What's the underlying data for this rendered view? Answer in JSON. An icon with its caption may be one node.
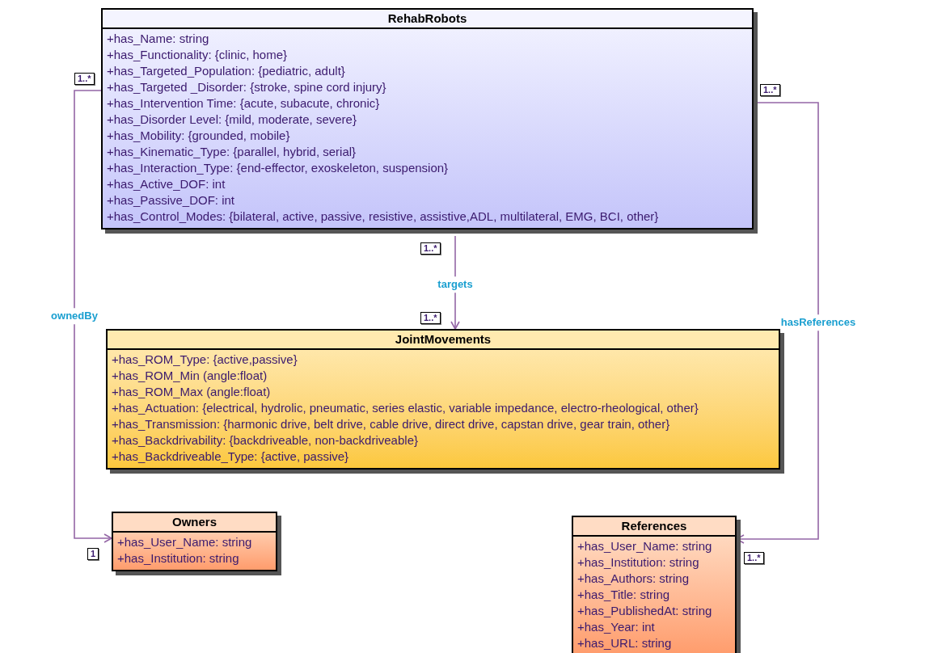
{
  "diagram": {
    "nodes": [
      {
        "text": [
          "RehabRobots",
          "+has_Name: string",
          "+has_Functionality: {clinic, home}",
          "+has_Targeted_Population: {pediatric, adult}",
          "+has_Targeted _Disorder: {stroke, spine cord injury}",
          "+has_Intervention Time: {acute, subacute, chronic}",
          "+has_Disorder Level: {mild, moderate, severe}",
          "+has_Mobility: {grounded, mobile}",
          "+has_Kinematic_Type: {parallel, hybrid, serial}",
          "+has_Interaction_Type: {end-effector, exoskeleton, suspension}",
          "+has_Active_DOF: int",
          "+has_Passive_DOF: int",
          "+has_Control_Modes: {bilateral, active, passive, resistive, assistive,ADL, multilateral, EMG, BCI, other}"
        ]
      },
      {
        "text": [
          "JointMovements",
          "+has_ROM_Type: {active,passive}",
          "+has_ROM_Min (angle:float)",
          "+has_ROM_Max (angle:float)",
          "+has_Actuation: {electrical, hydrolic, pneumatic, series elastic, variable impedance, electro-rheological, other}",
          "+has_Transmission: {harmonic drive, belt drive, cable drive, direct drive, capstan drive, gear train, other}",
          "+has_Backdrivability: {backdriveable, non-backdriveable}",
          "+has_Backdriveable_Type: {active, passive}"
        ]
      },
      {
        "text": [
          "Owners",
          "+has_User_Name: string",
          "+has_Institution: string"
        ]
      },
      {
        "text": [
          "References",
          "+has_User_Name: string",
          "+has_Institution: string",
          "+has_Authors: string",
          "+has_Title: string",
          "+has_PublishedAt: string",
          "+has_Year: int",
          "+has_URL: string"
        ]
      }
    ],
    "edges": [
      {
        "from": 0,
        "to": 2,
        "arrow": "to",
        "label": "ownedBy"
      },
      {
        "from": 0,
        "to": 1,
        "arrow": "to",
        "label": "targets"
      },
      {
        "from": 0,
        "to": 3,
        "arrow": "to",
        "label": "hasReferences"
      }
    ],
    "labels": [
      "1..*",
      "1..*",
      "1..*",
      "1..*",
      "1",
      "1..*"
    ]
  }
}
